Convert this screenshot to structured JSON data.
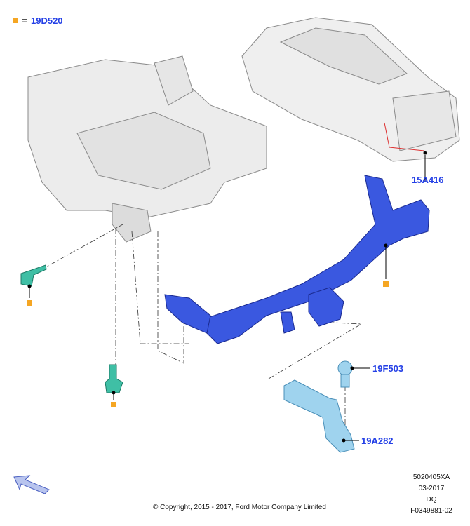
{
  "legend": {
    "symbol_color": "#f5a623",
    "equals": "=",
    "part": "19D520"
  },
  "callouts": {
    "harness": "15A416",
    "tow_ball": "19F503",
    "ball_mount": "19A282"
  },
  "colors": {
    "label": "#2440e6",
    "tow_bar": "#3a58e0",
    "bracket": "#9fd3ee",
    "bolt": "#3fbfa5",
    "marker": "#f5a623"
  },
  "info": {
    "code1": "5020405XA",
    "date": "03-2017",
    "code2": "DQ",
    "figure_id": "F0349881-02"
  },
  "copyright": "© Copyright, 2015 - 2017, Ford Motor Company Limited"
}
